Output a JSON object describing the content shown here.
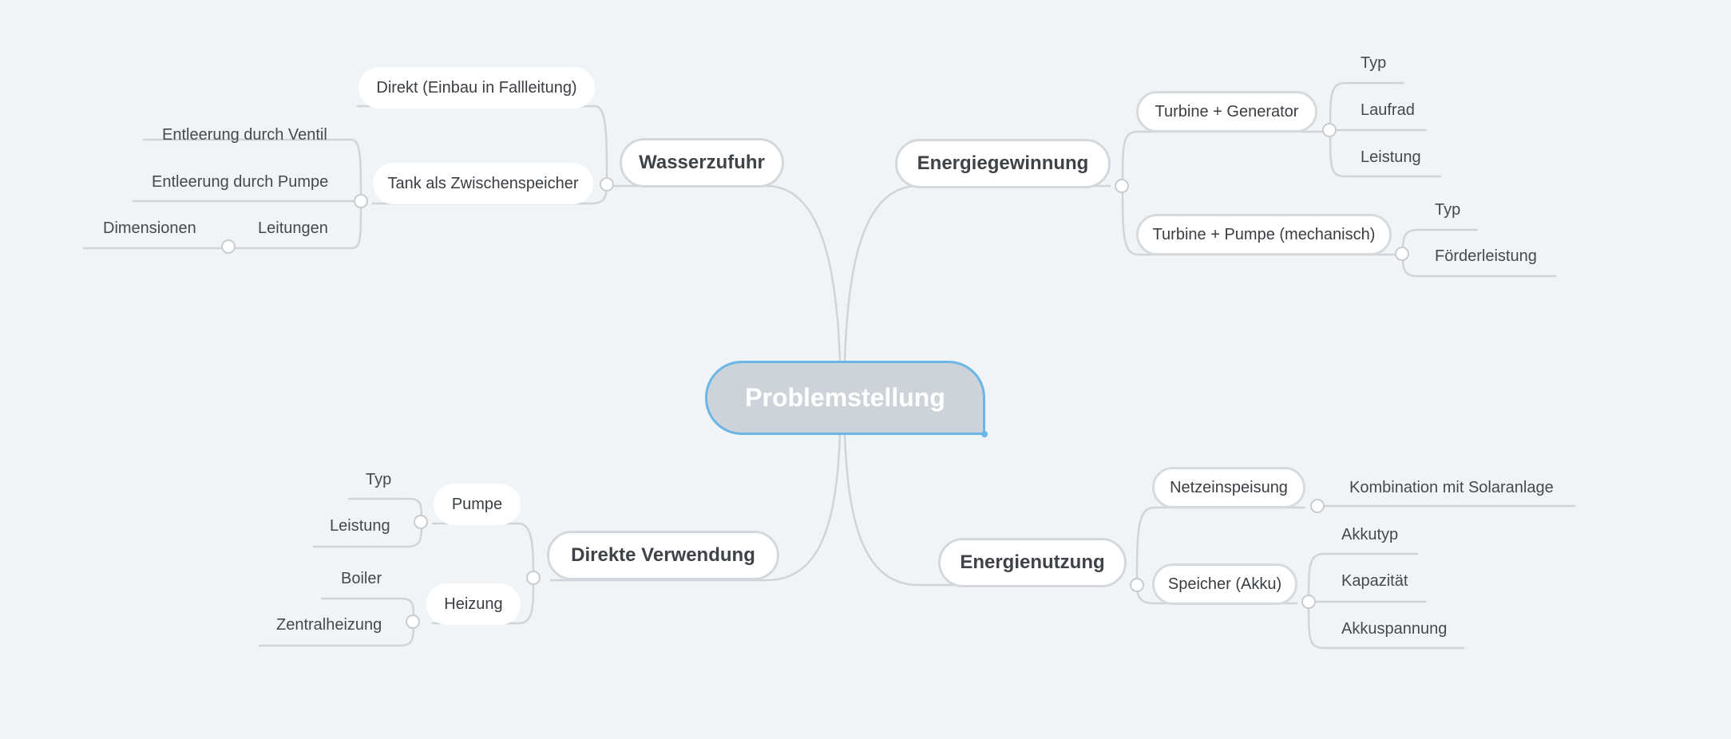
{
  "central": "Problemstellung",
  "branches": {
    "wasserzufuhr": {
      "label": "Wasserzufuhr",
      "direkt": "Direkt (Einbau in Fallleitung)",
      "tank": "Tank als Zwischenspeicher",
      "ventil": "Entleerung durch Ventil",
      "pumpe": "Entleerung durch Pumpe",
      "leitungen": "Leitungen",
      "dimensionen": "Dimensionen"
    },
    "energiegewinnung": {
      "label": "Energiegewinnung",
      "tg": "Turbine + Generator",
      "tg_typ": "Typ",
      "tg_laufrad": "Laufrad",
      "tg_leistung": "Leistung",
      "tp": "Turbine + Pumpe (mechanisch)",
      "tp_typ": "Typ",
      "tp_foerder": "Förderleistung"
    },
    "direkte": {
      "label": "Direkte Verwendung",
      "pumpe": "Pumpe",
      "pumpe_typ": "Typ",
      "pumpe_leistung": "Leistung",
      "heizung": "Heizung",
      "boiler": "Boiler",
      "zentral": "Zentralheizung"
    },
    "energienutzung": {
      "label": "Energienutzung",
      "netz": "Netzeinspeisung",
      "solar": "Kombination mit Solaranlage",
      "speicher": "Speicher (Akku)",
      "akkutyp": "Akkutyp",
      "kapazitaet": "Kapazität",
      "akkuspannung": "Akkuspannung"
    }
  }
}
